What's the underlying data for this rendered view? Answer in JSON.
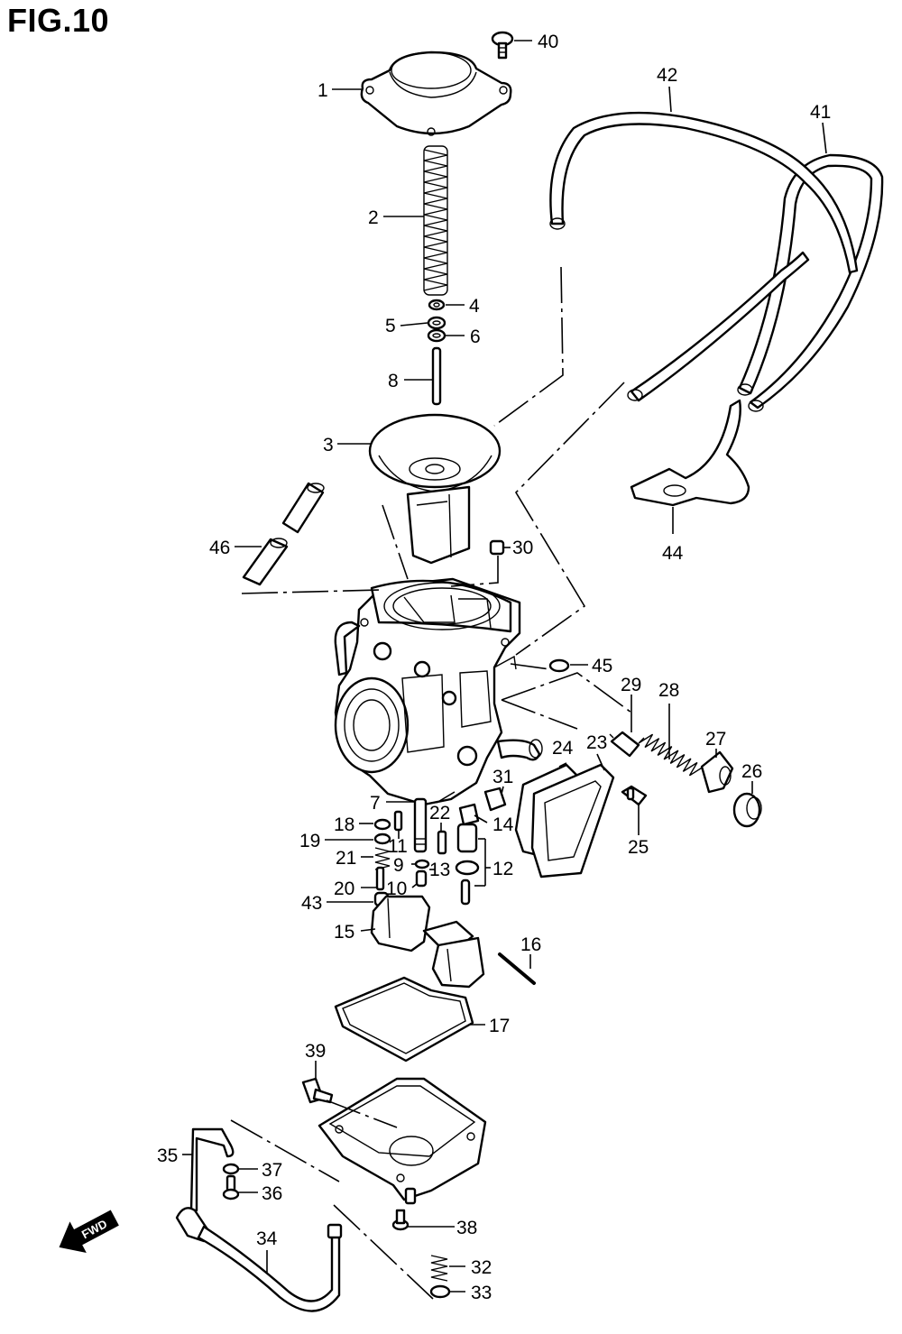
{
  "title": "FIG.10",
  "fwd_label": "FWD",
  "callouts": [
    {
      "id": "1",
      "label": "1"
    },
    {
      "id": "2",
      "label": "2"
    },
    {
      "id": "3",
      "label": "3"
    },
    {
      "id": "4",
      "label": "4"
    },
    {
      "id": "5",
      "label": "5"
    },
    {
      "id": "6",
      "label": "6"
    },
    {
      "id": "7",
      "label": "7"
    },
    {
      "id": "8",
      "label": "8"
    },
    {
      "id": "9",
      "label": "9"
    },
    {
      "id": "10",
      "label": "10"
    },
    {
      "id": "11",
      "label": "11"
    },
    {
      "id": "12",
      "label": "12"
    },
    {
      "id": "13",
      "label": "13"
    },
    {
      "id": "14",
      "label": "14"
    },
    {
      "id": "15",
      "label": "15"
    },
    {
      "id": "16",
      "label": "16"
    },
    {
      "id": "17",
      "label": "17"
    },
    {
      "id": "18",
      "label": "18"
    },
    {
      "id": "19",
      "label": "19"
    },
    {
      "id": "20",
      "label": "20"
    },
    {
      "id": "21",
      "label": "21"
    },
    {
      "id": "22",
      "label": "22"
    },
    {
      "id": "23",
      "label": "23"
    },
    {
      "id": "24",
      "label": "24"
    },
    {
      "id": "25",
      "label": "25"
    },
    {
      "id": "26",
      "label": "26"
    },
    {
      "id": "27",
      "label": "27"
    },
    {
      "id": "28",
      "label": "28"
    },
    {
      "id": "29",
      "label": "29"
    },
    {
      "id": "30",
      "label": "30"
    },
    {
      "id": "31",
      "label": "31"
    },
    {
      "id": "32",
      "label": "32"
    },
    {
      "id": "33",
      "label": "33"
    },
    {
      "id": "34",
      "label": "34"
    },
    {
      "id": "35",
      "label": "35"
    },
    {
      "id": "36",
      "label": "36"
    },
    {
      "id": "37",
      "label": "37"
    },
    {
      "id": "38",
      "label": "38"
    },
    {
      "id": "39",
      "label": "39"
    },
    {
      "id": "40",
      "label": "40"
    },
    {
      "id": "41",
      "label": "41"
    },
    {
      "id": "42",
      "label": "42"
    },
    {
      "id": "43",
      "label": "43"
    },
    {
      "id": "44",
      "label": "44"
    },
    {
      "id": "45",
      "label": "45"
    },
    {
      "id": "46",
      "label": "46"
    }
  ]
}
